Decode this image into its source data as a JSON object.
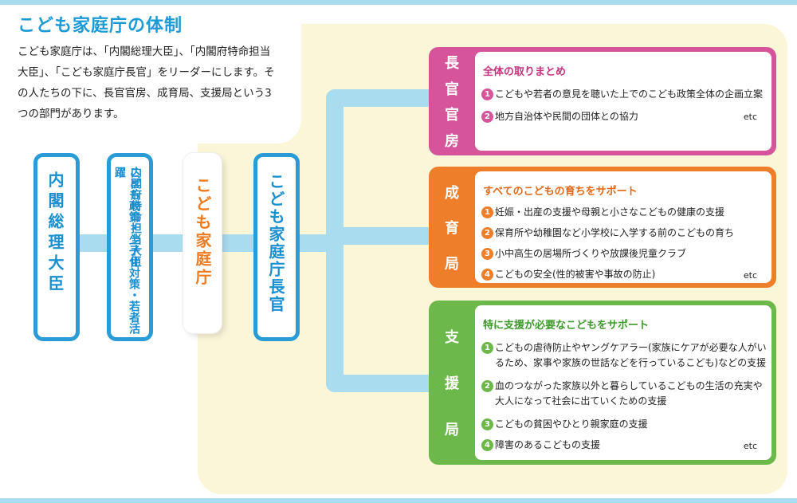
{
  "title": "こども家庭庁の体制",
  "intro": "こども家庭庁は、「内閣総理大臣」、「内閣府特命担当大臣」、「こども家庭庁長官」をリーダーにします。その人たちの下に、長官官房、成育局、支援局という3つの部門があります。",
  "colors": {
    "blue": "#2a9bd6",
    "pink": "#d6559a",
    "orange": "#ee7e2a",
    "green": "#6db84a",
    "cream": "#fbf6d8"
  },
  "hierarchy": {
    "pm": "内閣総理大臣",
    "minister_line1": "内閣府特命担当大臣",
    "minister_line2": "こども政策・少子化対策・若者活躍",
    "agency": "こども家庭庁",
    "commissioner": "こども家庭庁長官"
  },
  "sections": {
    "chokan": {
      "label": [
        "長",
        "官",
        "官",
        "房"
      ],
      "heading": "全体の取りまとめ",
      "items": [
        {
          "num": "1",
          "text": "こどもや若者の意見を聴いた上でのこども政策全体の企画立案"
        },
        {
          "num": "2",
          "text": "地方自治体や民間の団体との協力"
        }
      ],
      "etc": "etc"
    },
    "seiiku": {
      "label": [
        "成",
        "育",
        "局"
      ],
      "heading": "すべてのこどもの育ちをサポート",
      "items": [
        {
          "num": "1",
          "text": "妊娠・出産の支援や母親と小さなこどもの健康の支援"
        },
        {
          "num": "2",
          "text": "保育所や幼稚園など小学校に入学する前のこどもの育ち"
        },
        {
          "num": "3",
          "text": "小中高生の居場所づくりや放課後児童クラブ"
        },
        {
          "num": "4",
          "text": "こどもの安全(性的被害や事故の防止)"
        }
      ],
      "etc": "etc"
    },
    "shien": {
      "label": [
        "支",
        "援",
        "局"
      ],
      "heading": "特に支援が必要なこどもをサポート",
      "items": [
        {
          "num": "1",
          "text": "こどもの虐待防止やヤングケアラー(家族にケアが必要な人がいるため、家事や家族の世話などを行っているこども)などの支援"
        },
        {
          "num": "2",
          "text": "血のつながった家族以外と暮らしているこどもの生活の充実や大人になって社会に出ていくための支援"
        },
        {
          "num": "3",
          "text": "こどもの貧困やひとり親家庭の支援"
        },
        {
          "num": "4",
          "text": "障害のあるこどもの支援"
        }
      ],
      "etc": "etc"
    }
  }
}
